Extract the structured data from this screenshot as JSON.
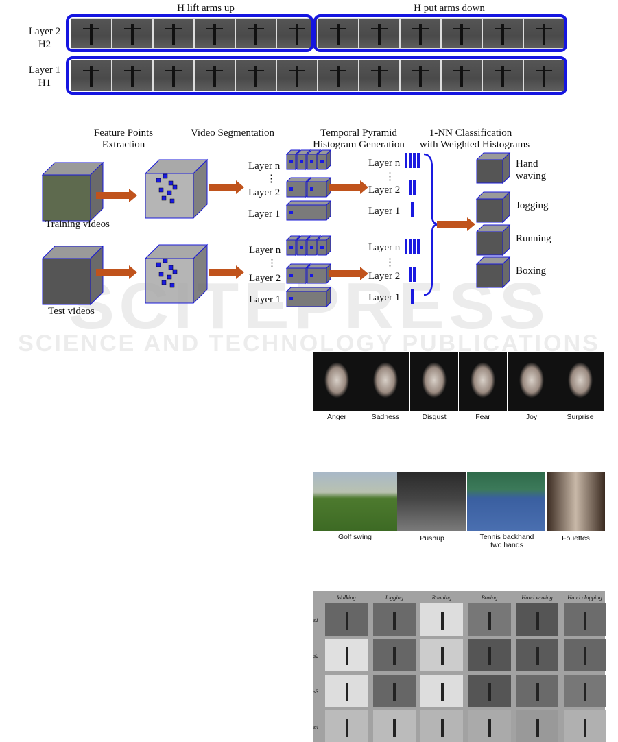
{
  "watermark": {
    "brand": "SCITEPRESS",
    "tagline": "SCIENCE AND TECHNOLOGY PUBLICATIONS"
  },
  "figure_sequence": {
    "segment_labels": [
      "H lift arms up",
      "H put arms down"
    ],
    "layers": [
      {
        "name": "Layer 2",
        "symbol": "H2"
      },
      {
        "name": "Layer 1",
        "symbol": "H1"
      }
    ]
  },
  "figure_pipeline": {
    "stages": [
      {
        "line1": "Feature Points",
        "line2": "Extraction"
      },
      {
        "line1": "Video Segmentation",
        "line2": ""
      },
      {
        "line1": "Temporal Pyramid",
        "line2": "Histogram Generation"
      },
      {
        "line1": "1-NN Classification",
        "line2": "with Weighted Histograms"
      }
    ],
    "training_caption": "Training videos",
    "test_caption": "Test videos",
    "layer_labels": {
      "n": "Layer n",
      "two": "Layer 2",
      "one": "Layer 1",
      "dots": "⋮"
    },
    "classes": [
      {
        "line1": "Hand",
        "line2": "waving"
      },
      {
        "line1": "Jogging",
        "line2": ""
      },
      {
        "line1": "Running",
        "line2": ""
      },
      {
        "line1": "Boxing",
        "line2": ""
      }
    ],
    "colors": {
      "arrow": "#c0531c",
      "cube_edge": "#1a1ad8",
      "feature": "#1a1ae0"
    }
  },
  "figure_expressions": {
    "labels": [
      "Anger",
      "Sadness",
      "Disgust",
      "Fear",
      "Joy",
      "Surprise"
    ]
  },
  "figure_sports": {
    "labels": [
      "Golf swing",
      "Pushup",
      "Tennis backhand two hands",
      "Fouettes"
    ]
  },
  "figure_kth": {
    "columns": [
      "Walking",
      "Jogging",
      "Running",
      "Boxing",
      "Hand waving",
      "Hand clapping"
    ],
    "rows": [
      "s1",
      "s2",
      "s3",
      "s4"
    ]
  }
}
